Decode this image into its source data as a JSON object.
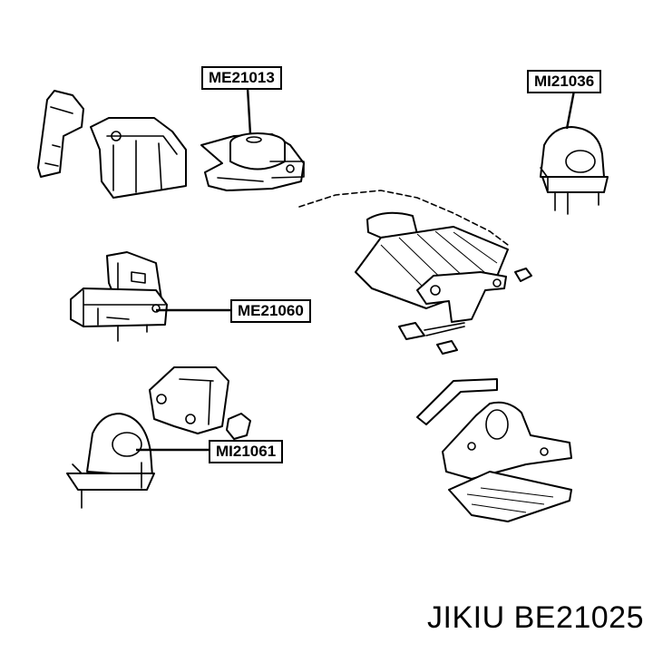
{
  "callouts": {
    "me21013": "ME21013",
    "mi21036": "MI21036",
    "me21060": "ME21060",
    "mi21061": "MI21061"
  },
  "footer": {
    "brand": "JIKIU",
    "part_number": "BE21025"
  }
}
